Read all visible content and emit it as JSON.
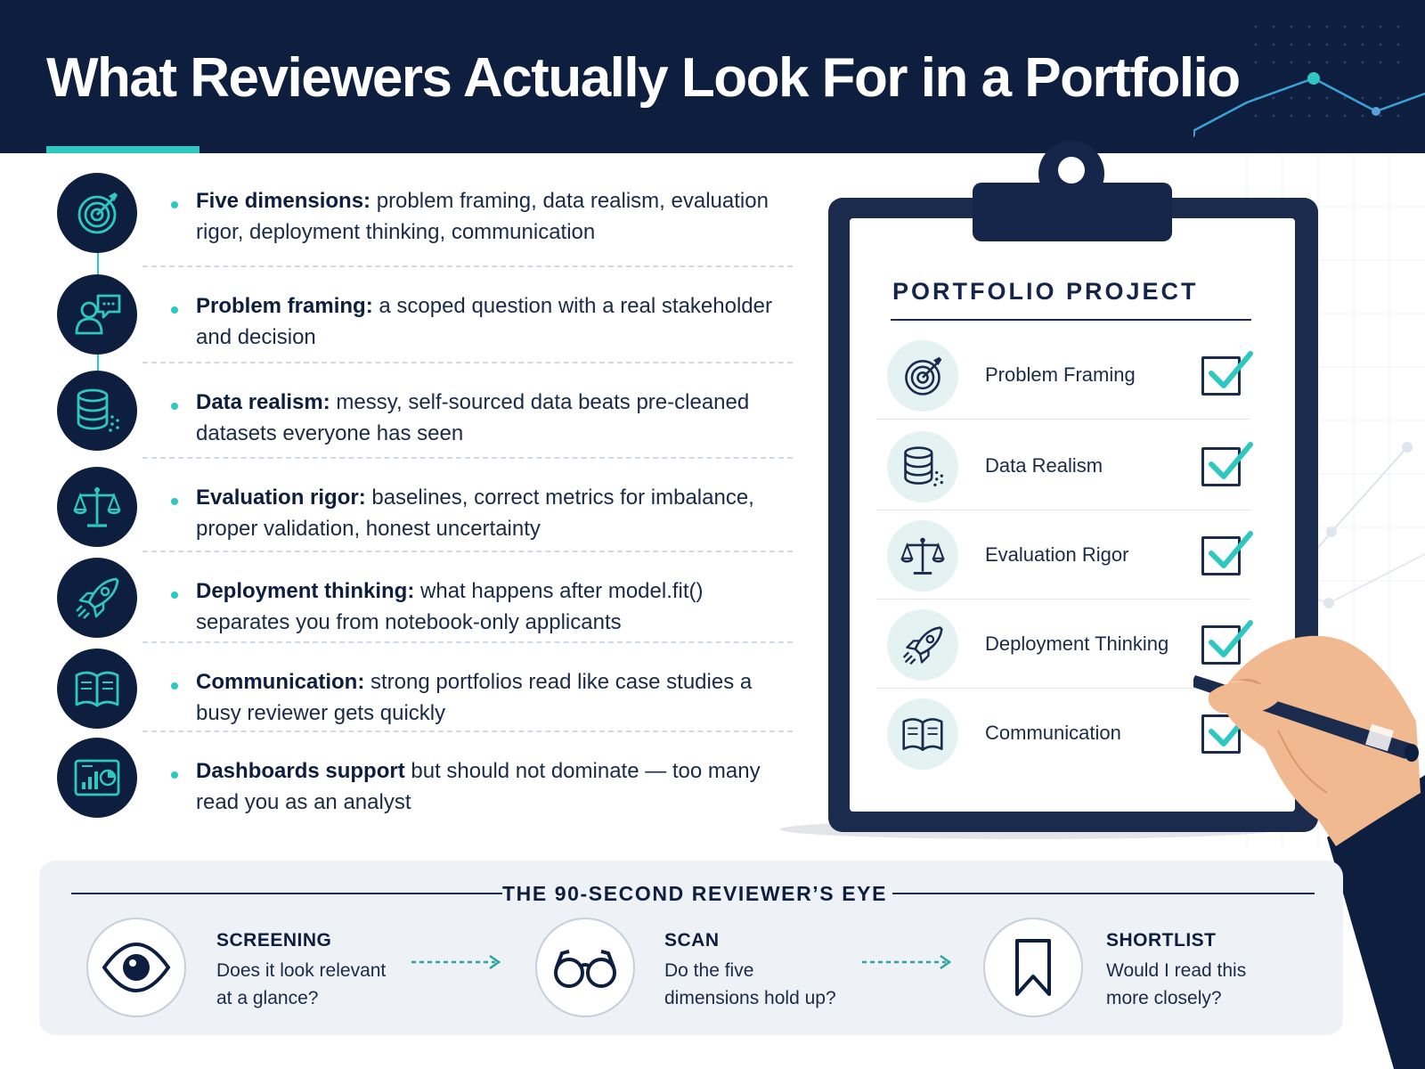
{
  "header": {
    "title": "What Reviewers Actually Look For in a Portfolio"
  },
  "dimensions": [
    {
      "icon": "target-icon",
      "bold": "Five dimensions:",
      "rest": " problem framing, data realism, evaluation rigor, deployment thinking, communication",
      "line1_break": "problem framing, data realism,"
    },
    {
      "icon": "people-chat-icon",
      "bold": "Problem framing:",
      "rest": " a scoped question with a real stakeholder and decision"
    },
    {
      "icon": "database-icon",
      "bold": "Data realism:",
      "rest": " messy, self-sourced data beats pre-cleaned datasets everyone has seen"
    },
    {
      "icon": "scales-icon",
      "bold": "Evaluation rigor:",
      "rest": " baselines, correct metrics for imbalance, proper validation, honest uncertainty"
    },
    {
      "icon": "rocket-icon",
      "bold": "Deployment thinking:",
      "rest": " what happens after model.fit() separates you from notebook-only applicants"
    },
    {
      "icon": "book-icon",
      "bold": "Communication:",
      "rest": " strong portfolios read like case studies a busy reviewer gets quickly"
    },
    {
      "icon": "dashboard-icon",
      "bold": "Dashboards support",
      "rest": " but should not dominate — too many read you as an analyst"
    }
  ],
  "clipboard": {
    "title": "PORTFOLIO PROJECT",
    "items": [
      {
        "label": "Problem Framing",
        "icon": "target-icon",
        "checked": true
      },
      {
        "label": "Data Realism",
        "icon": "database-icon",
        "checked": true
      },
      {
        "label": "Evaluation Rigor",
        "icon": "scales-icon",
        "checked": true
      },
      {
        "label": "Deployment Thinking",
        "icon": "rocket-icon",
        "checked": true
      },
      {
        "label": "Communication",
        "icon": "book-icon",
        "checked": true
      }
    ]
  },
  "reviewer": {
    "title": "THE 90-SECOND REVIEWER’S EYE",
    "steps": [
      {
        "icon": "eye-icon",
        "heading": "SCREENING",
        "body": "Does it look relevant at a glance?"
      },
      {
        "icon": "glasses-icon",
        "heading": "SCAN",
        "body": "Do the five dimensions hold up?"
      },
      {
        "icon": "bookmark-icon",
        "heading": "SHORTLIST",
        "body": "Would I read this more closely?"
      }
    ]
  },
  "colors": {
    "navy": "#0d1e3f",
    "teal": "#2ec8c0",
    "panel": "#eef1f6"
  }
}
